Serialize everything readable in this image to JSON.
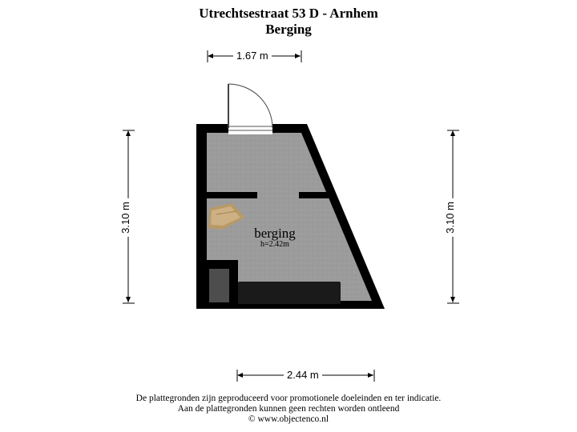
{
  "header": {
    "address": "Utrechtsestraat 53 D - Arnhem",
    "floor": "Berging"
  },
  "dimensions": {
    "top_width": "1.67 m",
    "bottom_width": "2.44 m",
    "left_height": "3.10 m",
    "right_height": "3.10 m"
  },
  "room": {
    "name": "berging",
    "height": "h=2.42m"
  },
  "footer": {
    "line1": "De plattegronden zijn geproduceerd voor promotionele doeleinden en ter indicatie.",
    "line2": "Aan de plattegronden kunnen geen rechten worden ontleend",
    "line3": "© www.objectenco.nl"
  },
  "colors": {
    "wall": "#000000",
    "floor": "#9a9a9a",
    "furniture_dark": "#1a1a1a",
    "box": "#c4a878"
  }
}
